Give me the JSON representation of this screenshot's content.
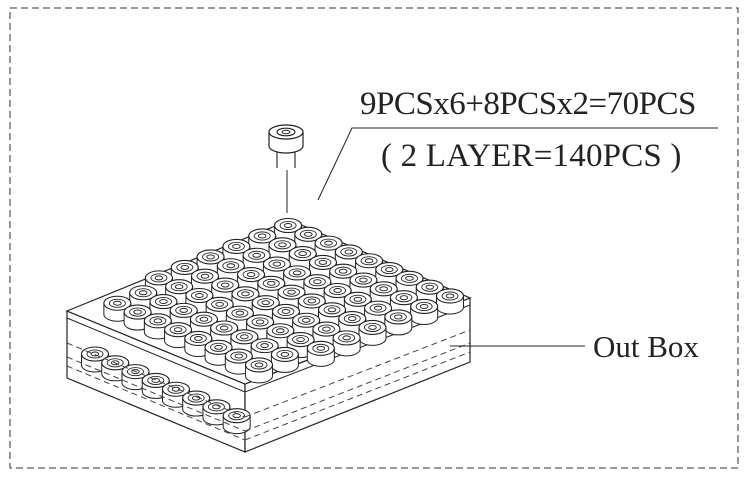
{
  "drawing": {
    "quantity_per_layer": "9PCSx6+8PCSx2=70PCS",
    "layer_note": "( 2  LAYER=140PCS )",
    "box_label": "Out Box",
    "line_color": "#222222"
  },
  "packing": {
    "rows": 8,
    "row_counts": [
      9,
      9,
      9,
      9,
      9,
      9,
      8,
      8
    ],
    "pieces_per_layer": 70,
    "layers": 2,
    "total_pieces": 140
  }
}
